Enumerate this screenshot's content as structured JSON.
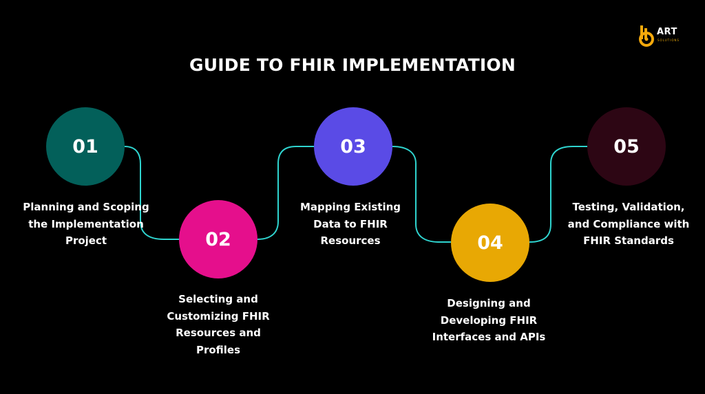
{
  "title": "GUIDE TO FHIR IMPLEMENTATION",
  "logo": {
    "text": "ART",
    "subtext": "SOLUTIONS",
    "accent": "#f5a90b"
  },
  "connector_color": "#2fd4cf",
  "steps": [
    {
      "number": "01",
      "color": "#03605a",
      "label": "Planning and Scoping the Implementation Project"
    },
    {
      "number": "02",
      "color": "#e50f8c",
      "label": "Selecting and Customizing FHIR Resources and Profiles"
    },
    {
      "number": "03",
      "color": "#5a4be6",
      "label": "Mapping Existing Data to FHIR Resources"
    },
    {
      "number": "04",
      "color": "#e8a804",
      "label": "Designing and Developing FHIR Interfaces and APIs"
    },
    {
      "number": "05",
      "color": "#2d0614",
      "label": "Testing, Validation, and Compliance with FHIR Standards"
    }
  ]
}
